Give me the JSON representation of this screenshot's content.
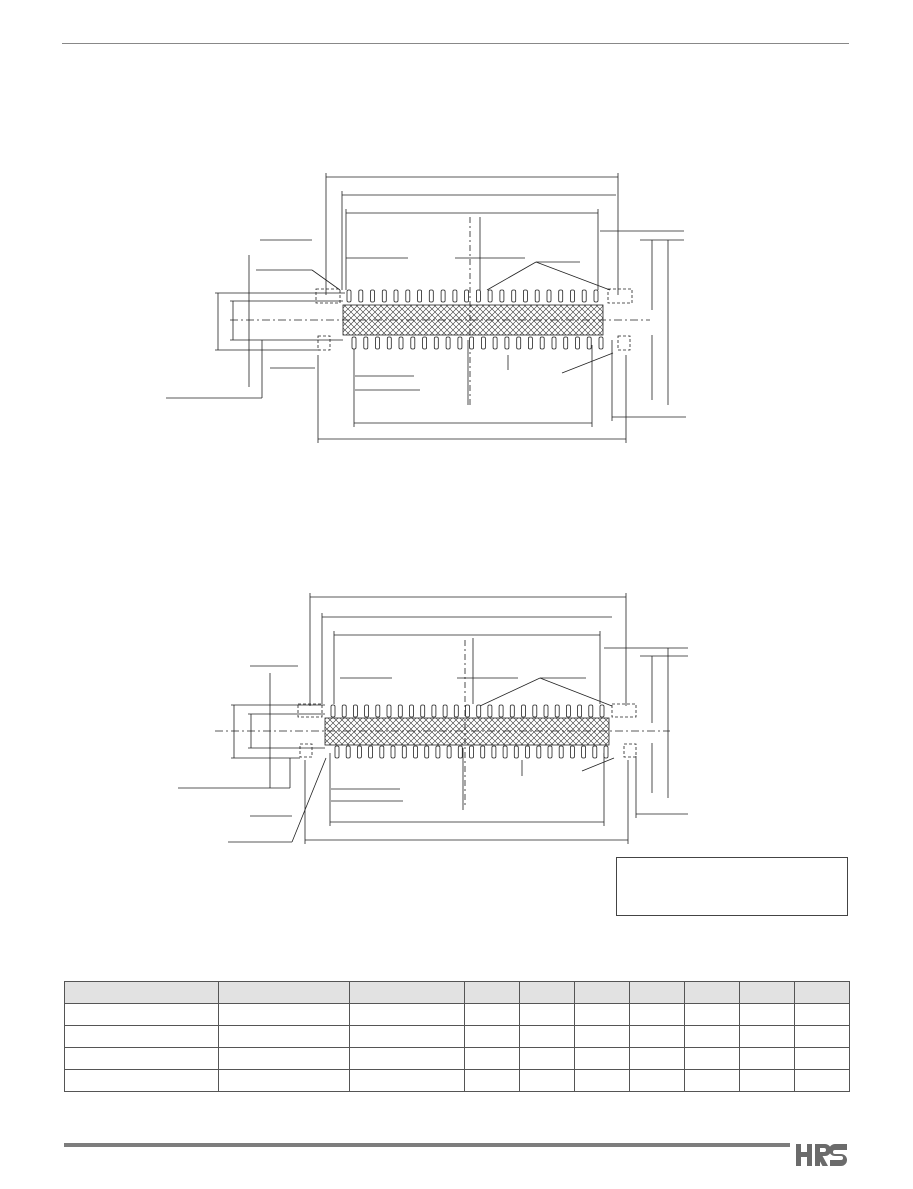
{
  "document": {
    "drawings": [
      {
        "name": "upper-pcb-layout",
        "pin_pairs": 22
      },
      {
        "name": "lower-pcb-layout",
        "pin_pairs": 25
      }
    ],
    "note_box_text": "",
    "table": {
      "columns": 10,
      "rows": 4,
      "header": [
        "",
        "",
        "",
        "",
        "",
        "",
        "",
        "",
        "",
        ""
      ],
      "body": [
        [
          "",
          "",
          "",
          "",
          "",
          "",
          "",
          "",
          "",
          ""
        ],
        [
          "",
          "",
          "",
          "",
          "",
          "",
          "",
          "",
          "",
          ""
        ],
        [
          "",
          "",
          "",
          "",
          "",
          "",
          "",
          "",
          "",
          ""
        ],
        [
          "",
          "",
          "",
          "",
          "",
          "",
          "",
          "",
          "",
          ""
        ]
      ]
    },
    "footer": {
      "logo_icon": "hrs-logo-icon",
      "logo_color": "#6b6b6b",
      "bar_color": "#7d7d7d"
    }
  }
}
